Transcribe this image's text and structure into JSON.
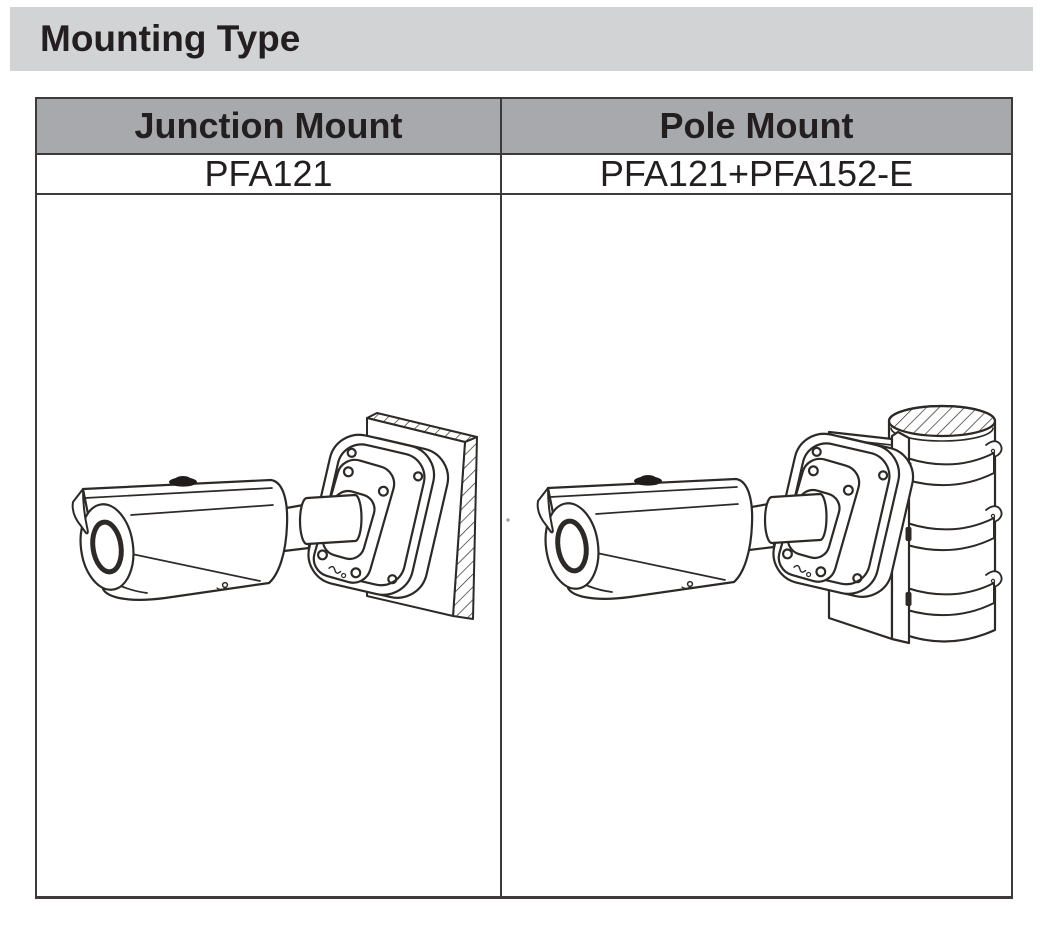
{
  "page_title": "Mounting Type",
  "colors": {
    "banner_bg": "#d1d3d4",
    "table_header_bg": "#a7a9ac",
    "table_border": "#3e3a39",
    "text": "#231f20",
    "line_art": "#2d2927"
  },
  "table": {
    "columns": [
      {
        "header": "Junction Mount",
        "model": "PFA121",
        "figure": "bullet-camera-on-junction-box-wall-mount-line-drawing"
      },
      {
        "header": "Pole Mount",
        "model": "PFA121+PFA152-E",
        "figure": "bullet-camera-on-junction-box-pole-strap-mount-line-drawing"
      }
    ]
  }
}
